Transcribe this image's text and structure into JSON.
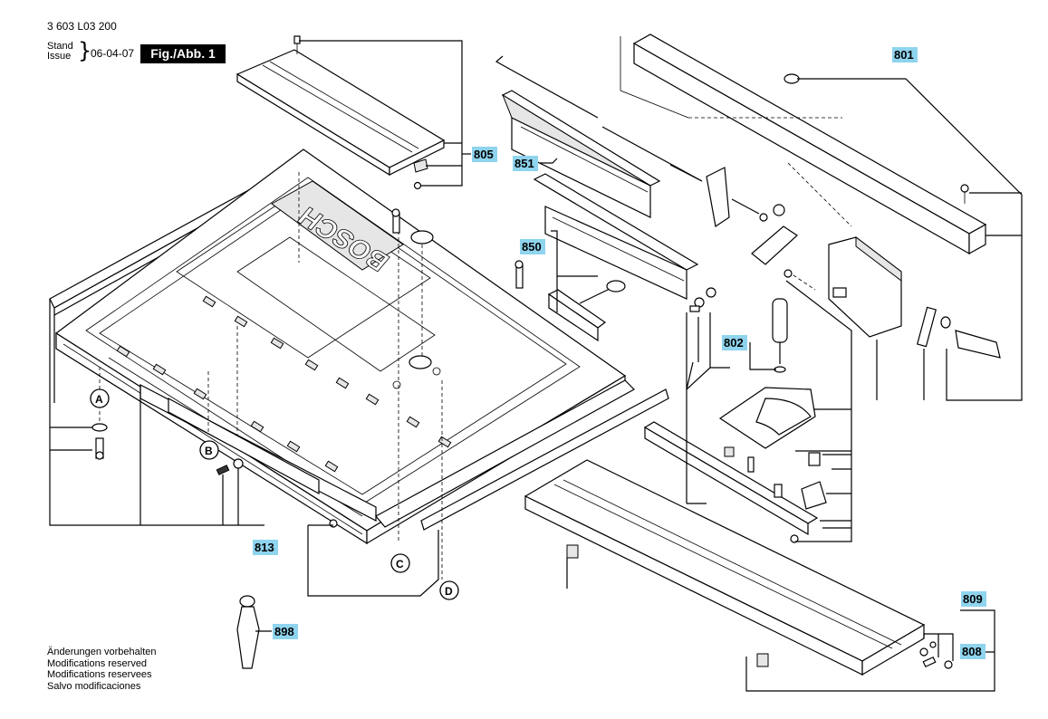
{
  "header": {
    "code": "3 603 L03 200",
    "stand": "Stand",
    "issue": "Issue",
    "date": "06-04-07",
    "figure": "Fig./Abb. 1"
  },
  "notes": [
    "Änderungen vorbehalten",
    "Modifications reserved",
    "Modifications reservees",
    "Salvo modificaciones"
  ],
  "brand": "BOSCH",
  "part_numbers": {
    "p801": "801",
    "p802": "802",
    "p805": "805",
    "p808": "808",
    "p809": "809",
    "p813": "813",
    "p850": "850",
    "p851": "851",
    "p898": "898"
  },
  "reference_letters": {
    "a": "A",
    "b": "B",
    "c": "C",
    "d": "D"
  },
  "colors": {
    "label_highlight": "#8fd4ee",
    "figure_box": "#000000"
  }
}
